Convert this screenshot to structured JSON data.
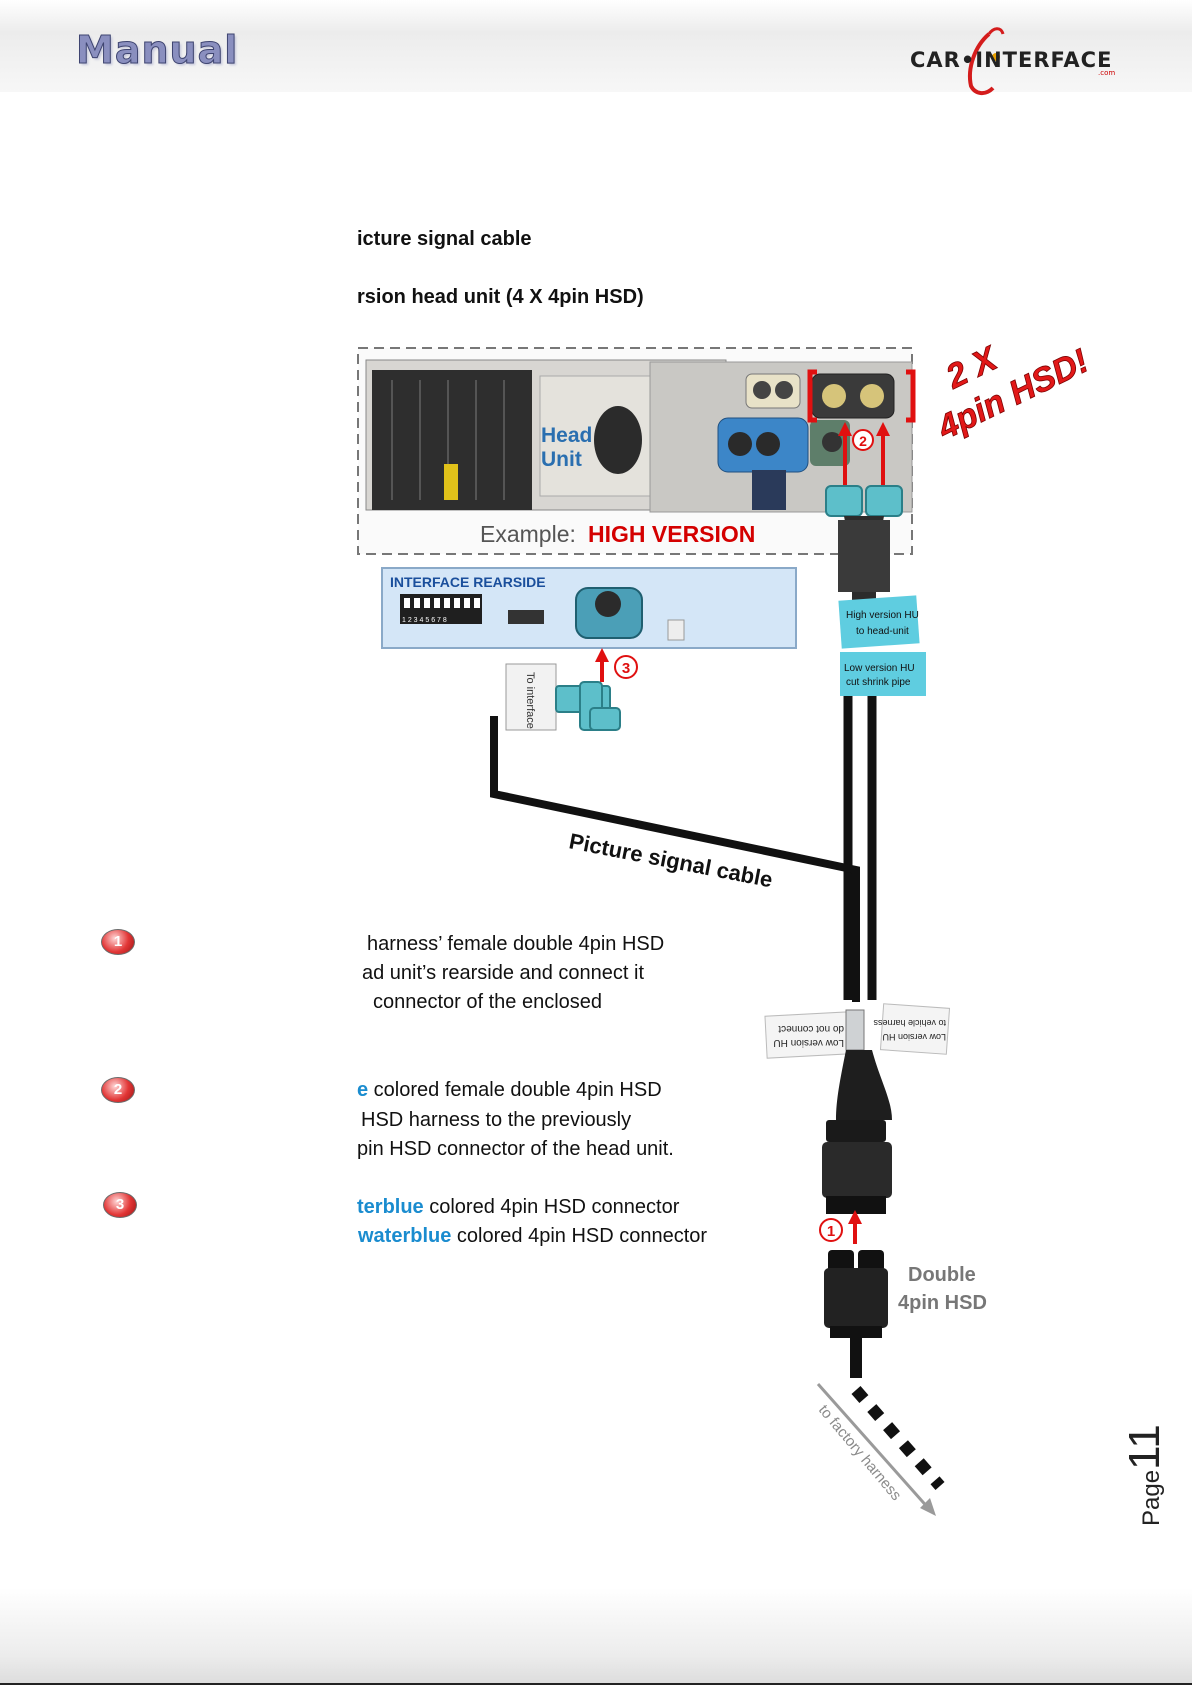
{
  "header": {
    "title": "Manual",
    "logo_text": "CAR•INTERFACE",
    "logo_sub": ".com"
  },
  "headings": {
    "line1": "icture signal cable",
    "line2": "rsion head unit (4 X 4pin HSD)"
  },
  "diagram": {
    "headunit_label_1": "Head",
    "headunit_label_2": "Unit",
    "example_prefix": "Example: ",
    "example_version": "HIGH VERSION",
    "callout_1": "2 X",
    "callout_2": "4pin HSD!",
    "interface_rearside": "INTERFACE REARSIDE",
    "dip_numbers": "1 2 3 4 5 6 7 8",
    "to_interface_tag": "To interface",
    "high_version_tag_1": "High version HU",
    "high_version_tag_2": "to head-unit",
    "low_version_tag_1": "Low version HU",
    "low_version_tag_2": "cut shrink pipe",
    "picture_signal_cable": "Picture signal cable",
    "lower_tag_left_1": "Low version HU",
    "lower_tag_left_2": "do not connect",
    "lower_tag_right_1": "Low version HU",
    "lower_tag_right_2": "to vehicle harness",
    "double_hsd_1": "Double",
    "double_hsd_2": "4pin HSD",
    "to_factory_harness": "to factory harness",
    "marker_1": "1",
    "marker_2": "2",
    "marker_3": "3"
  },
  "steps": [
    {
      "number": "1",
      "lines": [
        {
          "highlight": "",
          "text": "harness’ female double 4pin HSD"
        },
        {
          "highlight": "",
          "text": "ad unit’s rearside and connect it"
        },
        {
          "highlight": "",
          "text": "connector of the enclosed"
        }
      ]
    },
    {
      "number": "2",
      "lines": [
        {
          "highlight": "e",
          "text": " colored female double 4pin HSD"
        },
        {
          "highlight": "",
          "text": "HSD harness to the previously"
        },
        {
          "highlight": "",
          "text": "pin HSD connector of the head unit."
        }
      ]
    },
    {
      "number": "3",
      "lines": [
        {
          "highlight": "terblue",
          "text": " colored 4pin HSD connector"
        },
        {
          "highlight": "waterblue",
          "text": " colored 4pin HSD connector"
        }
      ]
    }
  ],
  "footer": {
    "page_word": "Page",
    "page_number": "11"
  }
}
